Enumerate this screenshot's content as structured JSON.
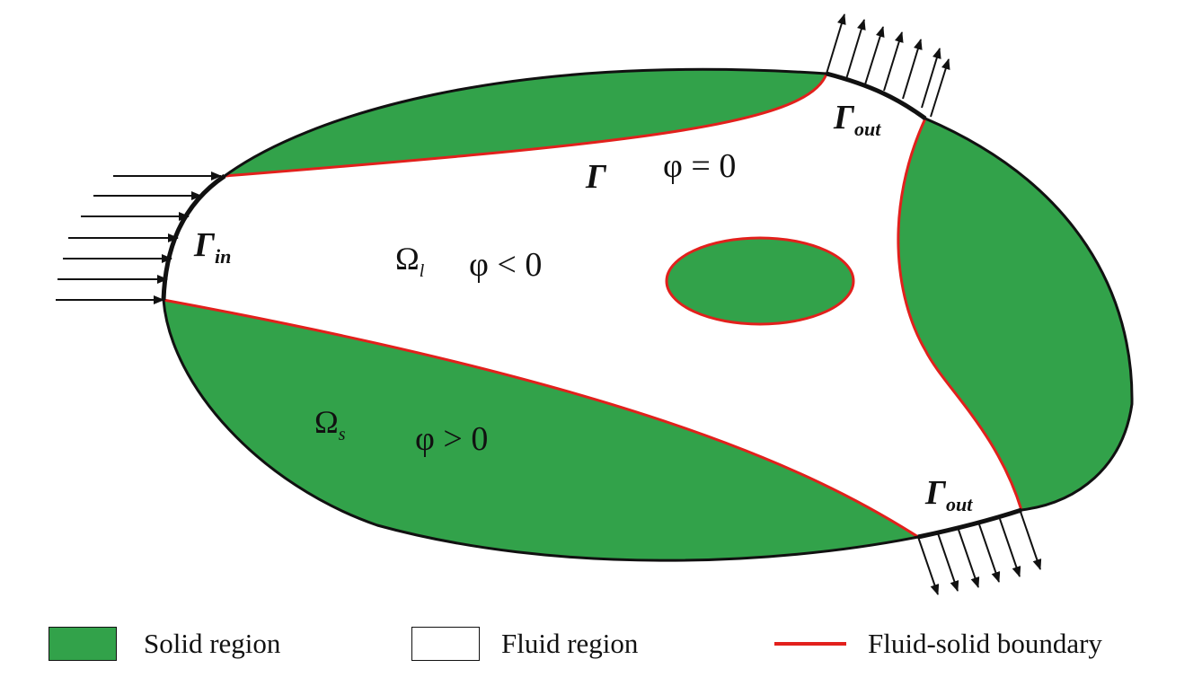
{
  "colors": {
    "solid": "#32a24a",
    "fluid": "#ffffff",
    "boundary": "#e2201c",
    "outline": "#111111"
  },
  "labels": {
    "gamma": "Γ",
    "phi_eq": "φ = 0",
    "phi_lt": "φ < 0",
    "phi_gt": "φ > 0",
    "omega": "Ω",
    "omega_l_sub": "l",
    "omega_s_sub": "s",
    "in_sub": "in",
    "out_sub": "out"
  },
  "legend": [
    {
      "name": "solid",
      "text": "Solid region"
    },
    {
      "name": "fluid",
      "text": "Fluid region"
    },
    {
      "name": "boundary",
      "text": "Fluid-solid boundary"
    }
  ]
}
